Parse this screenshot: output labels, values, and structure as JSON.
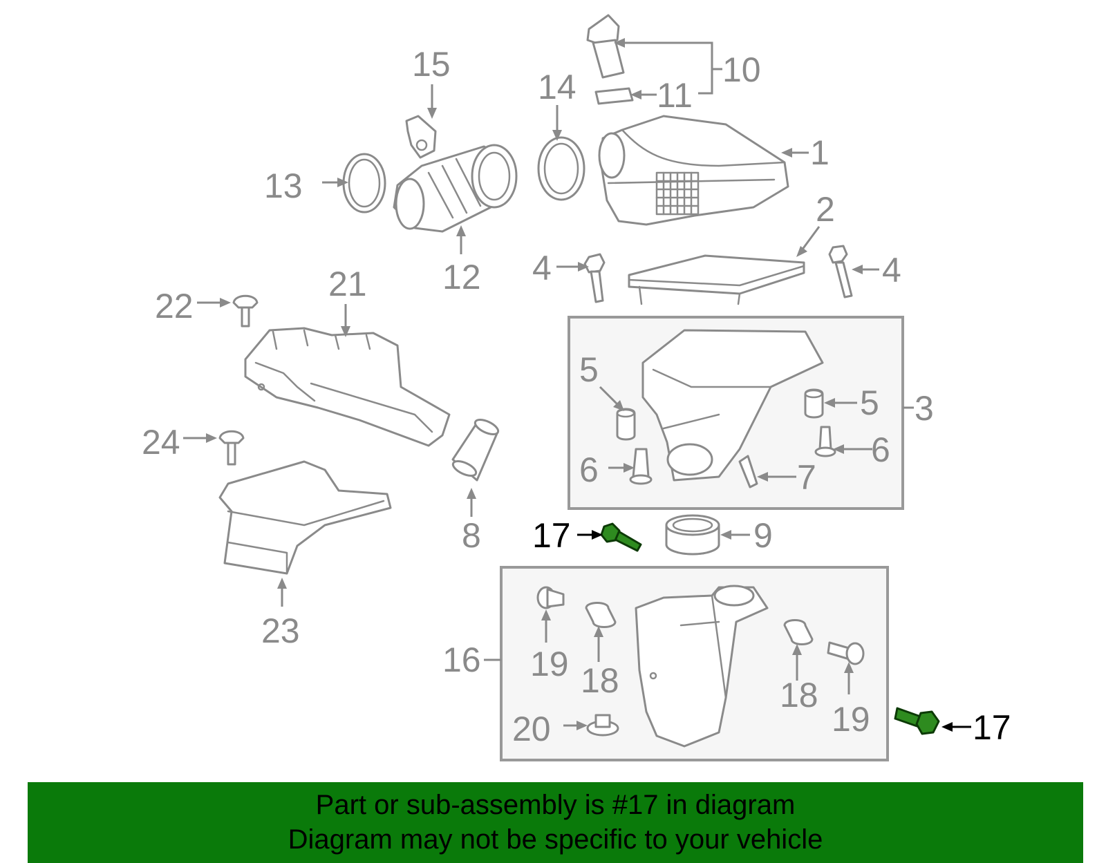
{
  "callouts": {
    "n1": "1",
    "n2": "2",
    "n3": "3",
    "n4a": "4",
    "n4b": "4",
    "n5a": "5",
    "n5b": "5",
    "n6a": "6",
    "n6b": "6",
    "n7": "7",
    "n8": "8",
    "n9": "9",
    "n10": "10",
    "n11": "11",
    "n12": "12",
    "n13": "13",
    "n14": "14",
    "n15": "15",
    "n16": "16",
    "n17a": "17",
    "n17b": "17",
    "n18a": "18",
    "n18b": "18",
    "n19a": "19",
    "n19b": "19",
    "n20": "20",
    "n21": "21",
    "n22": "22",
    "n23": "23",
    "n24": "24"
  },
  "highlight": {
    "part_number": "17",
    "color": "#2e8b1f"
  },
  "banner": {
    "line1": "Part or sub-assembly is #17 in diagram",
    "line2": "Diagram may not be specific to your vehicle",
    "color": "#0a7a0a"
  }
}
